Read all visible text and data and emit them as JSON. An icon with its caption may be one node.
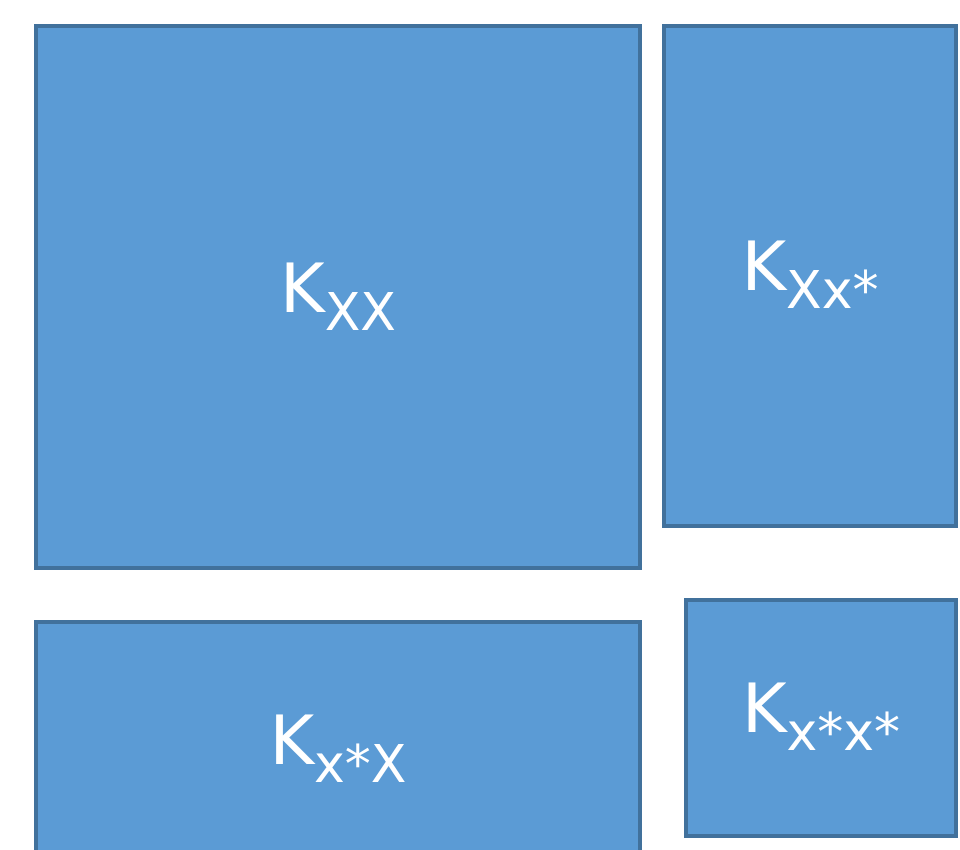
{
  "diagram": {
    "nodes": [
      {
        "text": [
          "K$_{XX}$"
        ]
      },
      {
        "text": [
          "K$_{Xx*}$"
        ]
      },
      {
        "text": [
          "K$_{x*X}$"
        ]
      },
      {
        "text": [
          "K$_{x*x*}$"
        ]
      }
    ]
  }
}
